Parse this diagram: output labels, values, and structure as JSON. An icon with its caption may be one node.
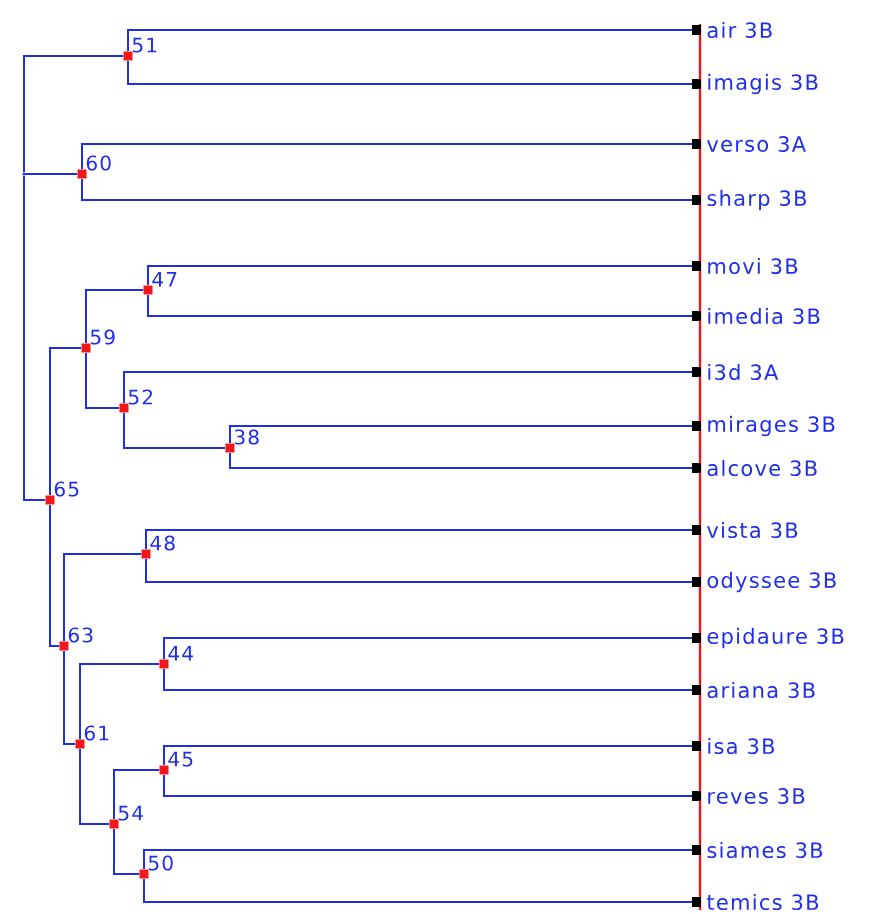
{
  "diagram": {
    "nodes": [
      {
        "text": [],
        "shape": "point"
      },
      {
        "text": [],
        "shape": "box",
        "beside": [
          "51"
        ]
      },
      {
        "text": [
          "air 3B"
        ]
      },
      {
        "text": [
          "imagis 3B"
        ]
      },
      {
        "text": [],
        "shape": "box",
        "beside": [
          "60"
        ]
      },
      {
        "text": [
          "verso 3A"
        ]
      },
      {
        "text": [
          "sharp 3B"
        ]
      },
      {
        "text": [],
        "shape": "box",
        "beside": [
          "65"
        ]
      },
      {
        "text": [],
        "shape": "box",
        "beside": [
          "59"
        ]
      },
      {
        "text": [],
        "shape": "box",
        "beside": [
          "47"
        ]
      },
      {
        "text": [
          "movi 3B"
        ]
      },
      {
        "text": [
          "imedia 3B"
        ]
      },
      {
        "text": [],
        "shape": "box",
        "beside": [
          "52"
        ]
      },
      {
        "text": [
          "i3d 3A"
        ]
      },
      {
        "text": [],
        "shape": "box",
        "beside": [
          "38"
        ]
      },
      {
        "text": [
          "mirages 3B"
        ]
      },
      {
        "text": [
          "alcove 3B"
        ]
      },
      {
        "text": [],
        "shape": "box",
        "beside": [
          "63"
        ]
      },
      {
        "text": [],
        "shape": "box",
        "beside": [
          "48"
        ]
      },
      {
        "text": [
          "vista 3B"
        ]
      },
      {
        "text": [
          "odyssee 3B"
        ]
      },
      {
        "text": [],
        "shape": "box",
        "beside": [
          "61"
        ]
      },
      {
        "text": [],
        "shape": "box",
        "beside": [
          "44"
        ]
      },
      {
        "text": [
          "epidaure 3B"
        ]
      },
      {
        "text": [
          "ariana 3B"
        ]
      },
      {
        "text": [],
        "shape": "box",
        "beside": [
          "54"
        ]
      },
      {
        "text": [],
        "shape": "box",
        "beside": [
          "45"
        ]
      },
      {
        "text": [
          "isa 3B"
        ]
      },
      {
        "text": [
          "reves 3B"
        ]
      },
      {
        "text": [],
        "shape": "box",
        "beside": [
          "50"
        ]
      },
      {
        "text": [
          "siames 3B"
        ]
      },
      {
        "text": [
          "temics 3B"
        ]
      }
    ],
    "edges": [
      {
        "from": 0,
        "to": 1,
        "arrow": "none"
      },
      {
        "from": 1,
        "to": 2,
        "arrow": "none"
      },
      {
        "from": 1,
        "to": 3,
        "arrow": "none"
      },
      {
        "from": 0,
        "to": 4,
        "arrow": "none"
      },
      {
        "from": 4,
        "to": 5,
        "arrow": "none"
      },
      {
        "from": 4,
        "to": 6,
        "arrow": "none"
      },
      {
        "from": 0,
        "to": 7,
        "arrow": "none"
      },
      {
        "from": 7,
        "to": 8,
        "arrow": "none"
      },
      {
        "from": 8,
        "to": 9,
        "arrow": "none"
      },
      {
        "from": 9,
        "to": 10,
        "arrow": "none"
      },
      {
        "from": 9,
        "to": 11,
        "arrow": "none"
      },
      {
        "from": 8,
        "to": 12,
        "arrow": "none"
      },
      {
        "from": 12,
        "to": 13,
        "arrow": "none"
      },
      {
        "from": 12,
        "to": 14,
        "arrow": "none"
      },
      {
        "from": 14,
        "to": 15,
        "arrow": "none"
      },
      {
        "from": 14,
        "to": 16,
        "arrow": "none"
      },
      {
        "from": 7,
        "to": 17,
        "arrow": "none"
      },
      {
        "from": 17,
        "to": 18,
        "arrow": "none"
      },
      {
        "from": 18,
        "to": 19,
        "arrow": "none"
      },
      {
        "from": 18,
        "to": 20,
        "arrow": "none"
      },
      {
        "from": 17,
        "to": 21,
        "arrow": "none"
      },
      {
        "from": 21,
        "to": 22,
        "arrow": "none"
      },
      {
        "from": 22,
        "to": 23,
        "arrow": "none"
      },
      {
        "from": 22,
        "to": 24,
        "arrow": "none"
      },
      {
        "from": 21,
        "to": 25,
        "arrow": "none"
      },
      {
        "from": 25,
        "to": 26,
        "arrow": "none"
      },
      {
        "from": 26,
        "to": 27,
        "arrow": "none"
      },
      {
        "from": 26,
        "to": 28,
        "arrow": "none"
      },
      {
        "from": 25,
        "to": 29,
        "arrow": "none"
      },
      {
        "from": 29,
        "to": 30,
        "arrow": "none"
      },
      {
        "from": 29,
        "to": 31,
        "arrow": "none"
      }
    ]
  }
}
